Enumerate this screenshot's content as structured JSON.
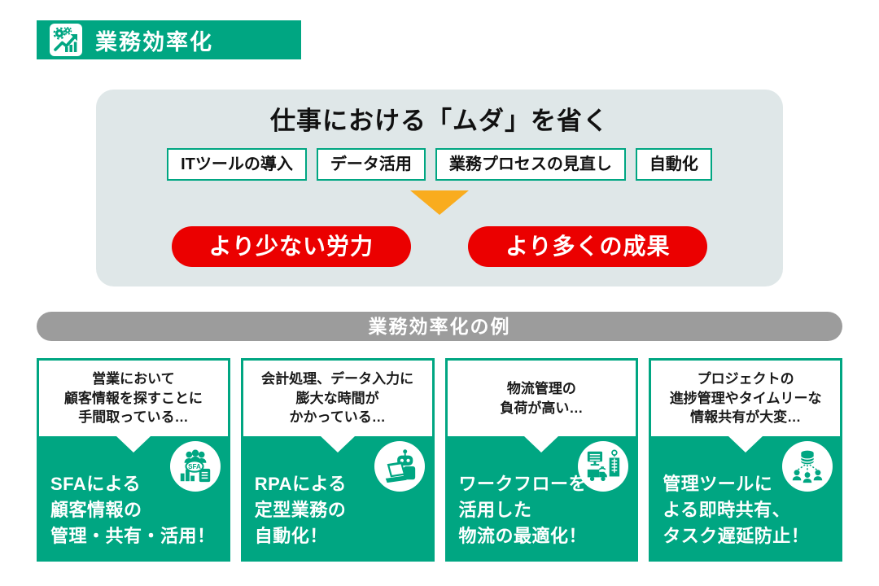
{
  "colors": {
    "green": "#00A682",
    "red": "#EB0000",
    "orange": "#F9AC1E",
    "section_gray": "#9C9C9C",
    "panel_bg": "#DFE7E8"
  },
  "header": {
    "title": "業務効率化"
  },
  "process_panel": {
    "title": "仕事における「ムダ」を省く",
    "methods": [
      "ITツールの導入",
      "データ活用",
      "業務プロセスの見直し",
      "自動化"
    ],
    "outcomes": [
      "より少ない労力",
      "より多くの成果"
    ]
  },
  "examples_header": {
    "title": "業務効率化の例"
  },
  "examples": [
    {
      "problem": "営業において\n顧客情報を探すことに\n手間取っている…",
      "solution": "SFAによる\n顧客情報の\n管理・共有・活用！",
      "icon": "sfa-people-chart-icon",
      "icon_label": "SFA"
    },
    {
      "problem": "会計処理、データ入力に\n膨大な時間が\nかかっている…",
      "solution": "RPAによる\n定型業務の\n自動化！",
      "icon": "robot-laptop-icon"
    },
    {
      "problem": "物流管理の\n負荷が高い…",
      "solution": "ワークフローを\n活用した\n物流の最適化！",
      "icon": "logistics-truck-building-icon"
    },
    {
      "problem": "プロジェクトの\n進捗管理やタイムリーな\n情報共有が大変…",
      "solution": "管理ツールに\nよる即時共有、\nタスク遅延防止！",
      "icon": "database-share-people-icon"
    }
  ]
}
